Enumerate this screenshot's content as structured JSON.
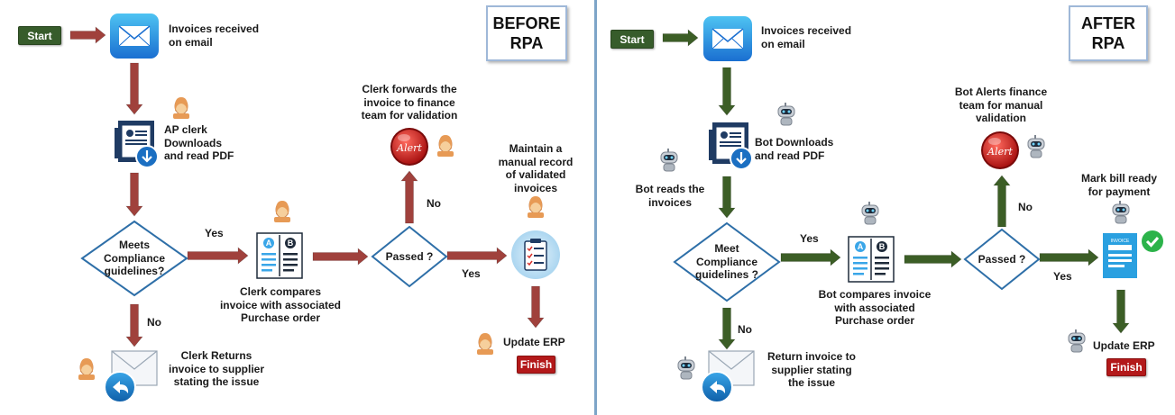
{
  "before": {
    "title": "BEFORE\nRPA",
    "start": "Start",
    "finish": "Finish",
    "invoices_received": "Invoices received\non email",
    "clerk_download": "AP clerk\nDownloads\nand read PDF",
    "compliance": "Meets\nCompliance\nguidelines?",
    "yes1": "Yes",
    "no1": "No",
    "clerk_compares": "Clerk compares\ninvoice with associated\nPurchase order",
    "passed": "Passed ?",
    "yes2": "Yes",
    "no2": "No",
    "clerk_forwards": "Clerk forwards the\ninvoice to finance\nteam for validation",
    "maintain": "Maintain a\nmanual record\nof validated\ninvoices",
    "update_erp": "Update ERP",
    "clerk_returns": "Clerk Returns\ninvoice to supplier\nstating the issue",
    "alert": "Alert",
    "doc_a": "A",
    "doc_b": "B"
  },
  "after": {
    "title": "AFTER\nRPA",
    "start": "Start",
    "finish": "Finish",
    "invoices_received": "Invoices received\non email",
    "bot_download": "Bot Downloads\nand read PDF",
    "bot_reads": "Bot reads the\ninvoices",
    "compliance": "Meet\nCompliance\nguidelines ?",
    "yes1": "Yes",
    "no1": "No",
    "bot_compares": "Bot compares invoice\nwith associated\nPurchase order",
    "passed": "Passed ?",
    "yes2": "Yes",
    "no2": "No",
    "bot_alerts": "Bot Alerts finance\nteam for manual\nvalidation",
    "mark_bill": "Mark bill ready\nfor payment",
    "update_erp": "Update ERP",
    "return_invoice": "Return invoice to\nsupplier stating\nthe issue",
    "alert": "Alert",
    "doc_a": "A",
    "doc_b": "B",
    "invoice_tag": "INVOICE"
  },
  "colors": {
    "before_arrow": "#a0413c",
    "after_arrow": "#3c5e26",
    "decision_border": "#2e6fa8",
    "divider": "#7da5c8"
  },
  "icons": {
    "email": "email-envelope-icon",
    "download": "download-document-icon",
    "person": "clerk-person-icon",
    "bot": "robot-icon",
    "alert": "alert-light-icon",
    "compare": "compare-documents-icon",
    "checklist": "checklist-clipboard-icon",
    "reply": "reply-mail-icon",
    "invoice": "invoice-document-icon",
    "check": "green-check-icon"
  }
}
